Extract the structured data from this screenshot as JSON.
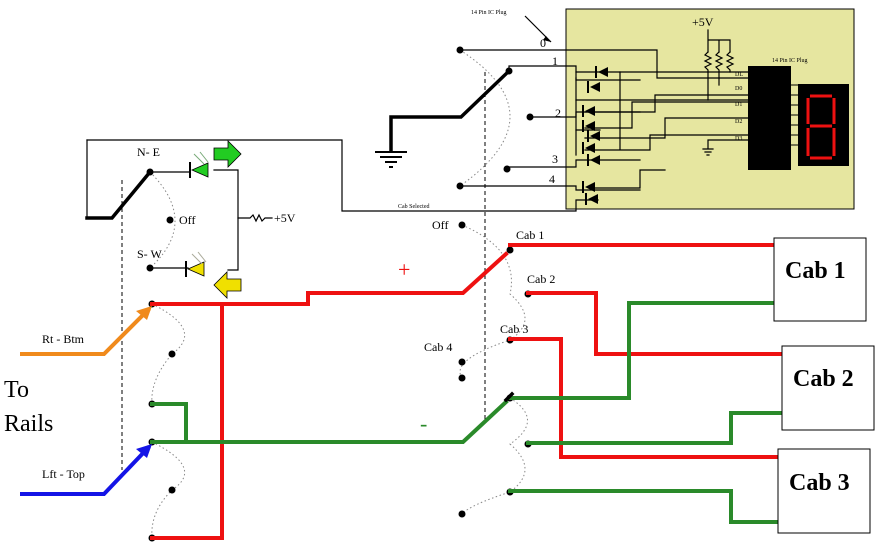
{
  "colors": {
    "positive_wire": "#ee1111",
    "negative_wire": "#2a8a2a",
    "orange_wire": "#f08a1c",
    "blue_wire": "#1414e6",
    "board": "#e6e6a0",
    "led_green": "#22cc22",
    "led_yellow": "#f0e000",
    "display_segment": "#ee1111"
  },
  "selector": {
    "plug_label": "14 Pin IC Plug",
    "positions": [
      "0",
      "1",
      "2",
      "3",
      "4"
    ],
    "cab_selected": "Cab Selected",
    "ground_icon": "ground-icon"
  },
  "board": {
    "supply": "+5V",
    "plug_label": "14 Pin IC Plug",
    "pins": [
      "DL",
      "D0",
      "D1",
      "D2",
      "D3"
    ]
  },
  "direction_switch": {
    "north_east": "N- E",
    "off": "Off",
    "south_west": "S- W",
    "supply": "+5V"
  },
  "rails": {
    "to": "To",
    "rails": "Rails",
    "right_bottom": "Rt - Btm",
    "left_top": "Lft - Top"
  },
  "cab_switch": {
    "off": "Off",
    "cab1": "Cab 1",
    "cab2": "Cab 2",
    "cab3": "Cab 3",
    "cab4": "Cab 4",
    "plus": "+",
    "minus": "-"
  },
  "cabs": [
    "Cab 1",
    "Cab 2",
    "Cab 3"
  ]
}
